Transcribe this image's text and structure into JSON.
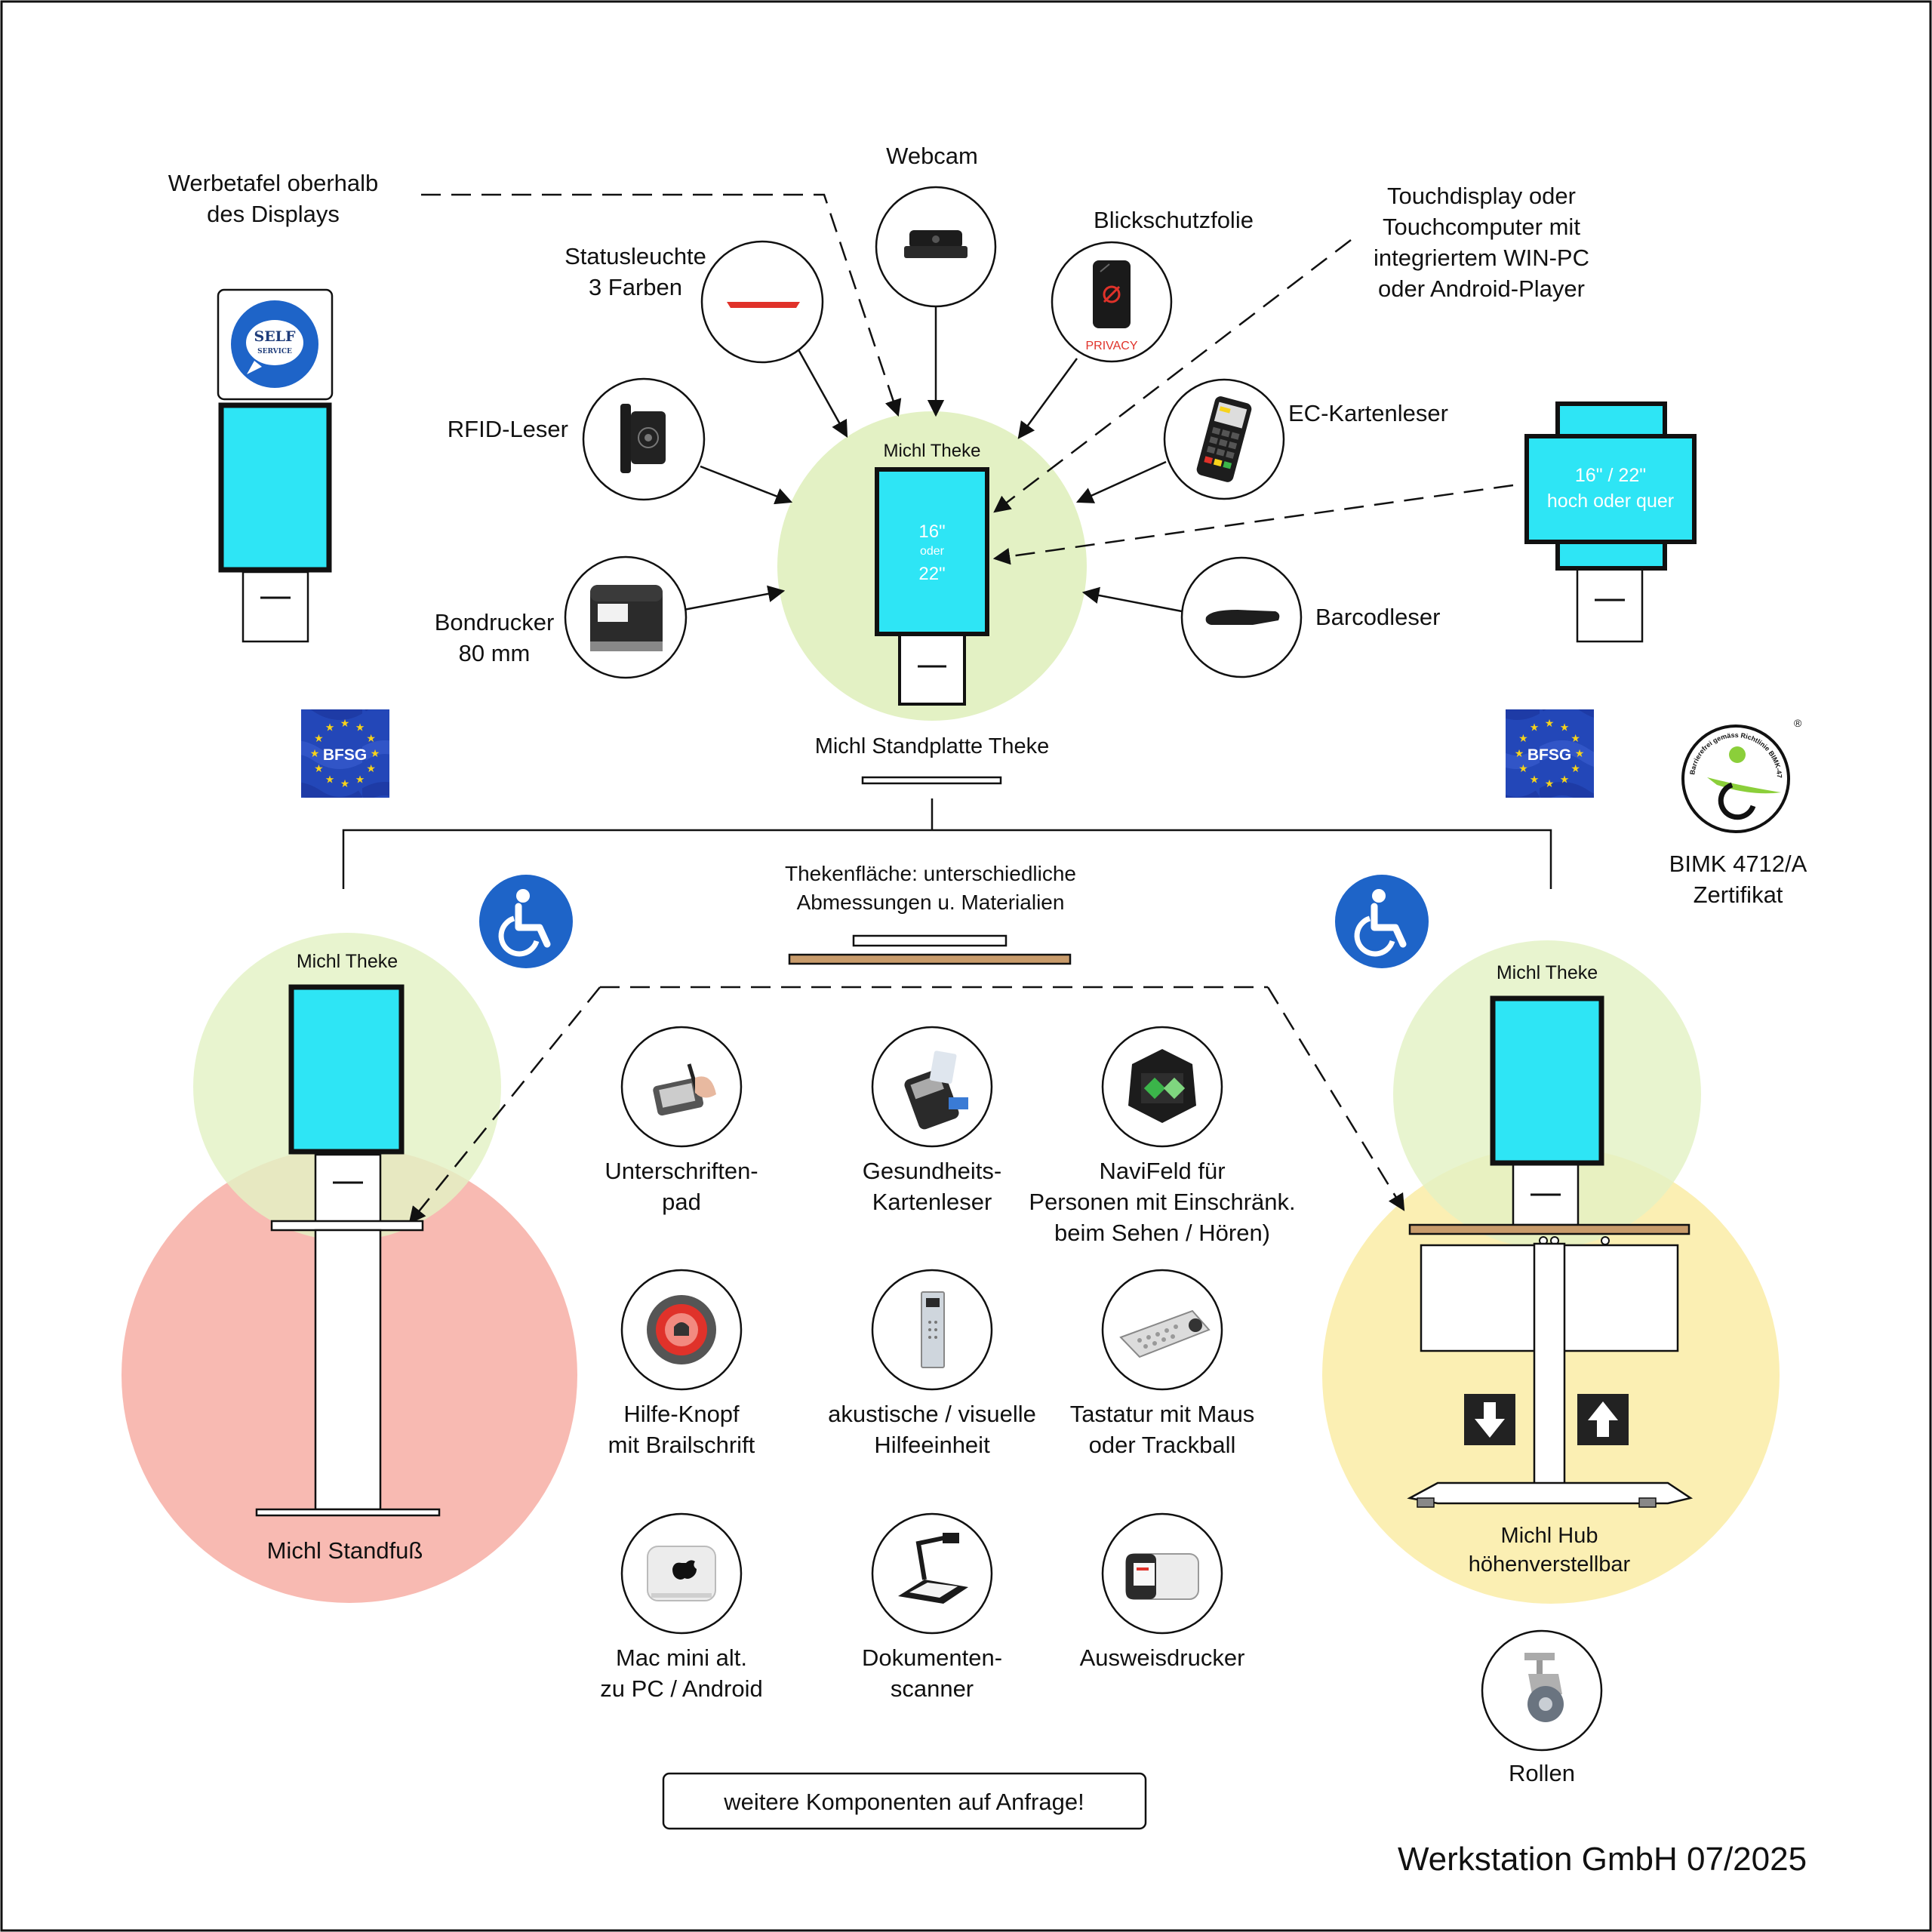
{
  "colors": {
    "screen": "#2ee5f5",
    "green_zone": "#e3f1c4",
    "red_zone": "#f6a69c",
    "yellow_zone": "#fbefb3",
    "wood": "#c89b6b",
    "access_blue": "#1e64c8",
    "eu_blue": "#1f3fae",
    "eu_star": "#f7d31a",
    "status_red": "#e0322a"
  },
  "top_labels": {
    "werbetafel": [
      "Werbetafel oberhalb",
      "des Displays"
    ],
    "webcam": [
      "Webcam"
    ],
    "blickschutz": [
      "Blickschutzfolie"
    ],
    "statusleuchte": [
      "Statusleuchte",
      "3 Farben"
    ],
    "touchdisplay": [
      "Touchdisplay oder",
      "Touchcomputer mit",
      "integriertem WIN-PC",
      "oder Android-Player"
    ],
    "rfid": [
      "RFID-Leser"
    ],
    "ec": [
      "EC-Kartenleser"
    ],
    "bondrucker": [
      "Bondrucker",
      "80 mm"
    ],
    "barcode": [
      "Barcodleser"
    ]
  },
  "center": {
    "title": "Michl Theke",
    "screen_lines": [
      "16\"",
      "oder",
      "22\""
    ],
    "standplatte": "Michl Standplatte Theke"
  },
  "right_kiosk": {
    "screen_lines": [
      "16\" / 22\"",
      "hoch oder quer"
    ]
  },
  "left_kiosk": {
    "logo_lines": [
      "SELF",
      "SERVICE"
    ]
  },
  "badges": {
    "bfsg": "BFSG",
    "privacy": "PRIVACY",
    "certificate": [
      "BIMK 4712/A",
      "Zertifikat"
    ],
    "cert_ring_text": "Barrierefrei gemäss Richtlinie BIMK-4712/04-A",
    "registered": "®"
  },
  "thekenflaeche": [
    "Thekenfläche: unterschiedliche",
    "Abmessungen u. Materialien"
  ],
  "lower_left": {
    "title": "Michl Theke",
    "foot": "Michl Standfuß"
  },
  "lower_right": {
    "title": "Michl Theke",
    "hub": [
      "Michl Hub",
      "höhenverstellbar"
    ],
    "rollen": "Rollen"
  },
  "components": [
    {
      "id": "unterschriftenpad",
      "icon": "signature-pad-icon",
      "lines": [
        "Unterschriften-",
        "pad"
      ]
    },
    {
      "id": "gesundheitskarte",
      "icon": "card-reader-icon",
      "lines": [
        "Gesundheits-",
        "Kartenleser"
      ]
    },
    {
      "id": "navifeld",
      "icon": "navifeld-icon",
      "lines": [
        "NaviFeld für",
        "Personen mit Einschränk.",
        "beim Sehen / Hören)"
      ]
    },
    {
      "id": "hilfeknopf",
      "icon": "help-button-icon",
      "lines": [
        "Hilfe-Knopf",
        "mit Brailschrift"
      ]
    },
    {
      "id": "hilfeeinheit",
      "icon": "intercom-icon",
      "lines": [
        "akustische / visuelle",
        "Hilfeeinheit"
      ]
    },
    {
      "id": "tastatur",
      "icon": "keyboard-icon",
      "lines": [
        "Tastatur  mit Maus",
        "oder Trackball"
      ]
    },
    {
      "id": "macmini",
      "icon": "mac-mini-icon",
      "lines": [
        "Mac mini alt.",
        "zu PC / Android"
      ]
    },
    {
      "id": "scanner",
      "icon": "document-scanner-icon",
      "lines": [
        "Dokumenten-",
        "scanner"
      ]
    },
    {
      "id": "ausweisdrucker",
      "icon": "card-printer-icon",
      "lines": [
        "Ausweisdrucker"
      ]
    }
  ],
  "footer": {
    "anfrage": "weitere Komponenten auf Anfrage!",
    "company": "Werkstation GmbH 07/2025"
  }
}
